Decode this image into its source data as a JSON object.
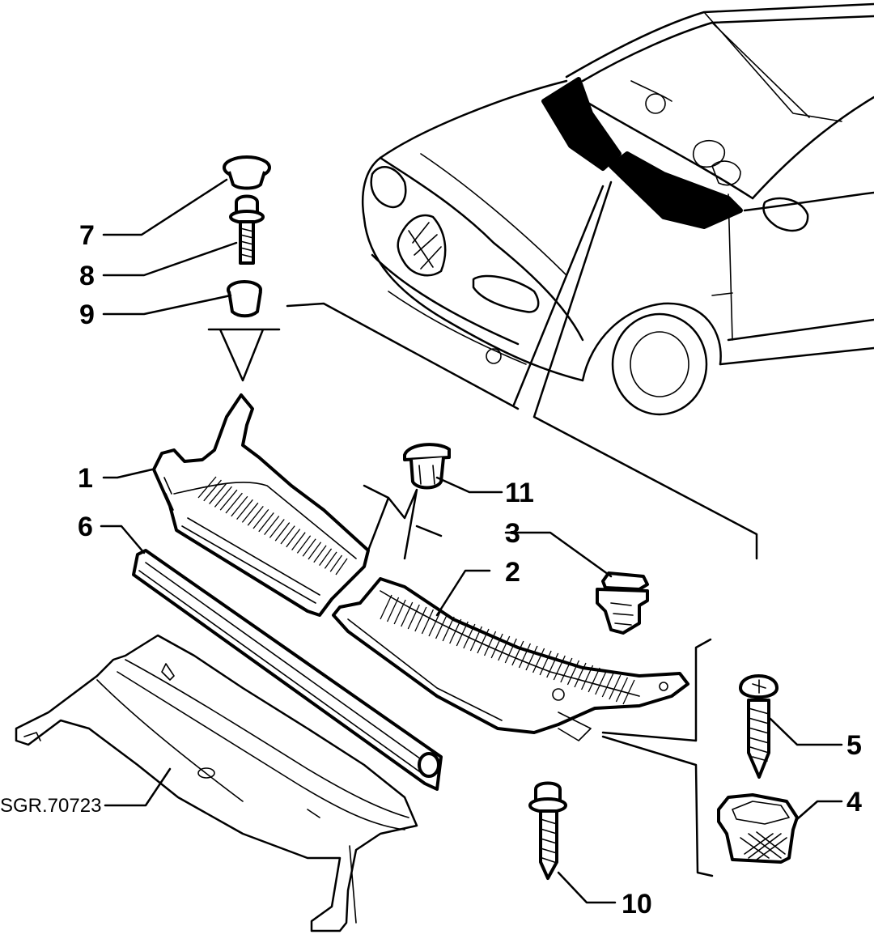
{
  "reference_code": "SGR.70723",
  "callouts": [
    {
      "id": "1",
      "label": "1"
    },
    {
      "id": "2",
      "label": "2"
    },
    {
      "id": "3",
      "label": "3"
    },
    {
      "id": "4",
      "label": "4"
    },
    {
      "id": "5",
      "label": "5"
    },
    {
      "id": "6",
      "label": "6"
    },
    {
      "id": "7",
      "label": "7"
    },
    {
      "id": "8",
      "label": "8"
    },
    {
      "id": "9",
      "label": "9"
    },
    {
      "id": "10",
      "label": "10"
    },
    {
      "id": "11",
      "label": "11"
    }
  ]
}
